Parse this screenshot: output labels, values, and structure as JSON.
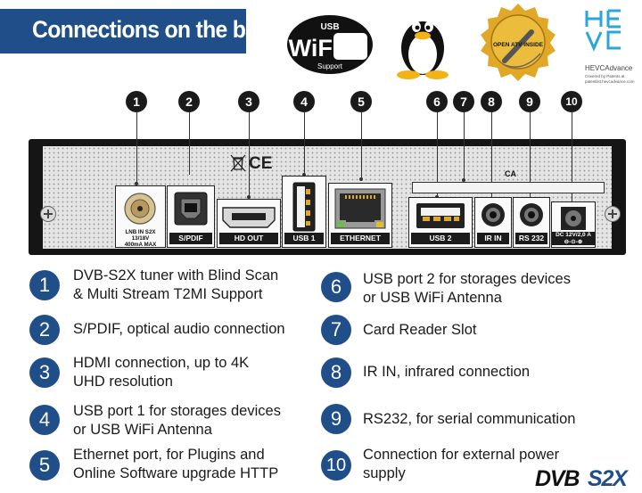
{
  "title": "Connections on the back",
  "logos": {
    "wifi": {
      "top": "USB",
      "main": "WiFi",
      "bottom": "Support"
    },
    "linux": {
      "icon": "tux-penguin-icon"
    },
    "openatv": {
      "text": "OPEN ATV INSIDE"
    },
    "hevc": {
      "mark": "HEVC",
      "advance": "HEVCAdvance",
      "note_1": "Covered by Patents at",
      "note_2": "patentlist.hevcadvance.com"
    },
    "dvb": {
      "part1": "DVB",
      "part2": "S2X"
    }
  },
  "callouts": [
    "1",
    "2",
    "3",
    "4",
    "5",
    "6",
    "7",
    "8",
    "9",
    "10"
  ],
  "panel": {
    "lnb_label_1": "LNB IN S2X 13/18V",
    "lnb_label_2": "400mA MAX",
    "spdif": "S/PDIF",
    "hdmi": "HD OUT",
    "usb1": "USB 1",
    "ethernet": "ETHERNET",
    "ca": "CA",
    "usb2": "USB 2",
    "irin": "IR IN",
    "rs232": "RS 232",
    "dc_1": "DC 12V/2,0 A",
    "dc_2": "⊖-⊙-⊕",
    "ce": "CE"
  },
  "descriptions": [
    {
      "num": "1",
      "line1": "DVB-S2X tuner with Blind Scan",
      "line2": "& Multi Stream T2MI Support"
    },
    {
      "num": "2",
      "line1": "S/PDIF, optical audio connection",
      "line2": ""
    },
    {
      "num": "3",
      "line1": "HDMI connection, up to 4K",
      "line2": "UHD resolution"
    },
    {
      "num": "4",
      "line1": "USB port 1 for storages devices",
      "line2": "or USB WiFi Antenna"
    },
    {
      "num": "5",
      "line1": "Ethernet port, for Plugins and",
      "line2": "Online Software upgrade HTTP"
    },
    {
      "num": "6",
      "line1": "USB port 2 for storages devices",
      "line2": "or USB WiFi Antenna"
    },
    {
      "num": "7",
      "line1": "Card Reader Slot",
      "line2": ""
    },
    {
      "num": "8",
      "line1": "IR IN, infrared connection",
      "line2": ""
    },
    {
      "num": "9",
      "line1": "RS232, for serial communication",
      "line2": ""
    },
    {
      "num": "10",
      "line1": "Connection for external power",
      "line2": "supply"
    }
  ],
  "colors": {
    "brand_blue": "#1f4e89",
    "accent_gold": "#e0a826",
    "dark": "#1a1a1a"
  }
}
